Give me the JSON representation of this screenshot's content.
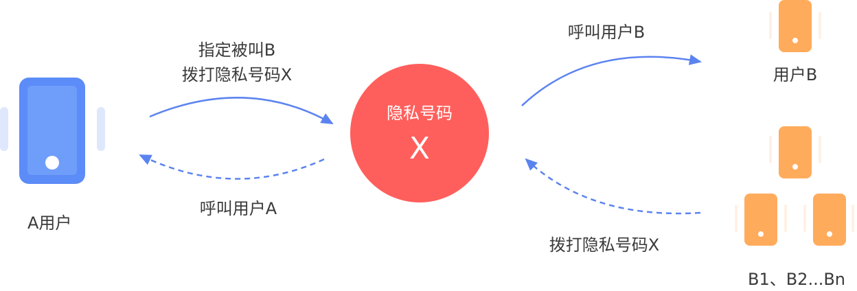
{
  "colors": {
    "blue_outer": "#5b8cf7",
    "blue_inner": "#6f9dfa",
    "blue_light": "#dfe7fd",
    "orange": "#ffab5c",
    "orange_light": "#fff1e4",
    "red": "#ff5f5c",
    "arrow": "#5b83f0"
  },
  "icons": {
    "caller_phone": "phone-icon",
    "callee_phone": "phone-icon"
  },
  "labels": {
    "user_a": "A用户",
    "designate_line1": "指定被叫B",
    "designate_line2": "拨打隐私号码X",
    "call_user_a": "呼叫用户A",
    "privacy_title": "隐私号码",
    "privacy_letter": "X",
    "call_user_b": "呼叫用户B",
    "user_b": "用户B",
    "dial_privacy": "拨打隐私号码X",
    "b_group": "B1、B2...Bn"
  }
}
